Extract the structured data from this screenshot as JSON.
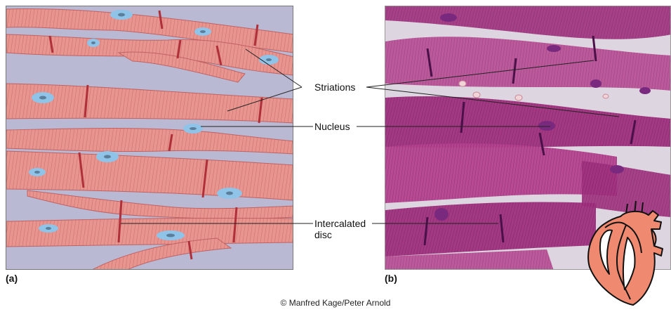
{
  "labels": {
    "striations": "Striations",
    "nucleus": "Nucleus",
    "intercalated_disc_line1": "Intercalated",
    "intercalated_disc_line2": "disc"
  },
  "panels": {
    "a": "(a)",
    "b": "(b)"
  },
  "credit": "© Manfred Kage/Peter Arnold",
  "colors": {
    "fiber": "#e8948f",
    "fiber_stripe": "#c9706c",
    "intercalated_disc": "#b0303a",
    "nucleus": "#8fc3e8",
    "nucleolus": "#5b7f9a",
    "panel_a_bg": "#b9b9d4",
    "micrograph_fiber": "#a0307e",
    "micrograph_bg": "#ddd6e0",
    "heart": "#ef8a70"
  }
}
